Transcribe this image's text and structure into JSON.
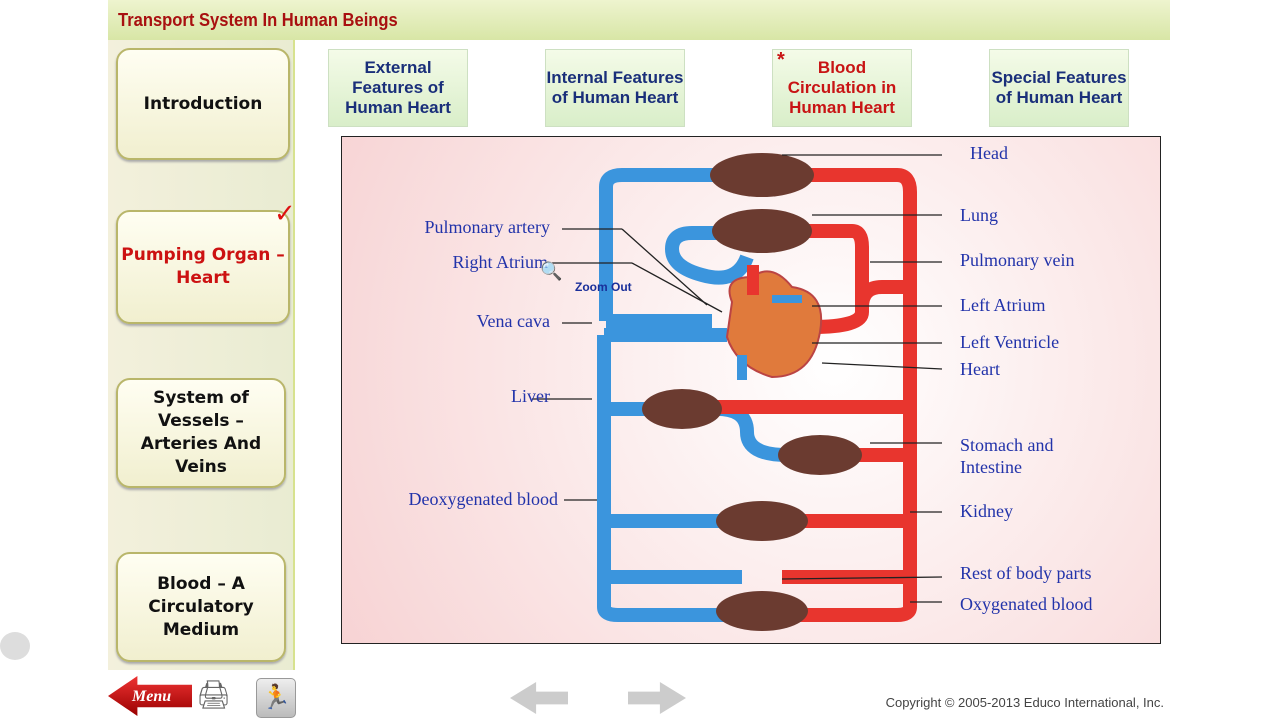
{
  "header": {
    "title": "Transport System In Human Beings"
  },
  "sidebar": {
    "items": [
      {
        "label": "Introduction",
        "active": false
      },
      {
        "label": "Pumping Organ – Heart",
        "active": true
      },
      {
        "label": "System of Vessels – Arteries And Veins",
        "active": false
      },
      {
        "label": "Blood – A Circulatory Medium",
        "active": false
      }
    ]
  },
  "tabs": [
    {
      "label": "External Features of Human Heart"
    },
    {
      "label": "Internal Features of Human Heart"
    },
    {
      "label": "Blood Circulation in Human Heart",
      "active": true,
      "marker": "*"
    },
    {
      "label": "Special Features of Human Heart"
    }
  ],
  "diagram": {
    "left_labels": [
      "Pulmonary artery",
      "Right Atrium",
      "Vena cava",
      "Liver",
      "Deoxygenated blood"
    ],
    "right_labels": [
      "Head",
      "Lung",
      "Pulmonary vein",
      "Left Atrium",
      "Left Ventricle",
      "Heart",
      "Stomach and Intestine",
      "Kidney",
      "Rest of body parts",
      "Oxygenated blood"
    ],
    "zoom_tooltip": "Zoom Out",
    "colors": {
      "deoxygenated": "#3b95dd",
      "oxygenated": "#e8352e"
    }
  },
  "footer": {
    "menu_label": "Menu",
    "copyright": "Copyright © 2005-2013 Educo International, Inc."
  }
}
